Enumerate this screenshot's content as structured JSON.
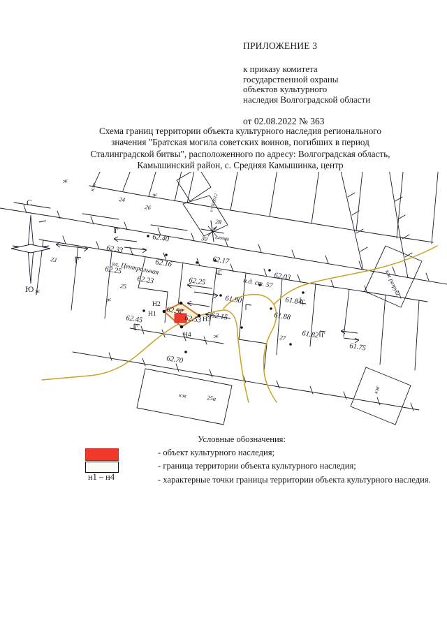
{
  "document": {
    "appendix_label": "ПРИЛОЖЕНИЕ 3",
    "order_lines": [
      "к приказу комитета",
      "государственной охраны",
      "объектов культурного",
      "наследия Волгоградской области"
    ],
    "order_date": "от 02.08.2022 № 363",
    "title_lines": [
      "Схема границ территории объекта культурного наследия регионального",
      "значения \"Братская могила советских воинов, погибших в период",
      "Сталинградской битвы\", расположенного по адресу: Волгоградская область,",
      "Камышинский район, с. Средняя Камышинка, центр"
    ]
  },
  "map": {
    "compass": {
      "north": "С",
      "south": "Ю"
    },
    "street_label": "ул. Центральная",
    "address_note": "н.д. ст. 57",
    "ruined_building": "кж разруш.",
    "coordinate_marks": {
      "x": "х=500012",
      "y": "649900"
    },
    "boundary_points": [
      "Н1",
      "Н2",
      "Н3",
      "Н4"
    ],
    "parcels": [
      "24",
      "26",
      "28",
      "23",
      "25",
      "25а",
      "30",
      "27"
    ],
    "building_codes": [
      "кж",
      "ж"
    ],
    "corner_marks": [
      "Г",
      "Г",
      "Г",
      "Г",
      "Г",
      "Г",
      "Г"
    ],
    "elevations": [
      "62.33",
      "62.40",
      "62.25",
      "62.16",
      "62.23",
      "62.25",
      "62.17",
      "62.03",
      "61.84",
      "61.90",
      "61.88",
      "62.15",
      "62.45",
      "62.52",
      "62.53",
      "62.70",
      "61.82",
      "61.75"
    ]
  },
  "legend": {
    "title": "Условные обозначения:",
    "points_label": "н1 – н4",
    "items": [
      "- объект культурного наследия;",
      "- граница территории объекта культурного наследия;",
      "- характерные точки границы территории объекта культурного наследия."
    ]
  },
  "colors": {
    "heritage_fill": "#f0392b",
    "territory_fill": "#fbf3d9",
    "territory_stroke": "#d4762a",
    "utility_line": "#c9a227",
    "map_ink": "#1b1b2b"
  }
}
